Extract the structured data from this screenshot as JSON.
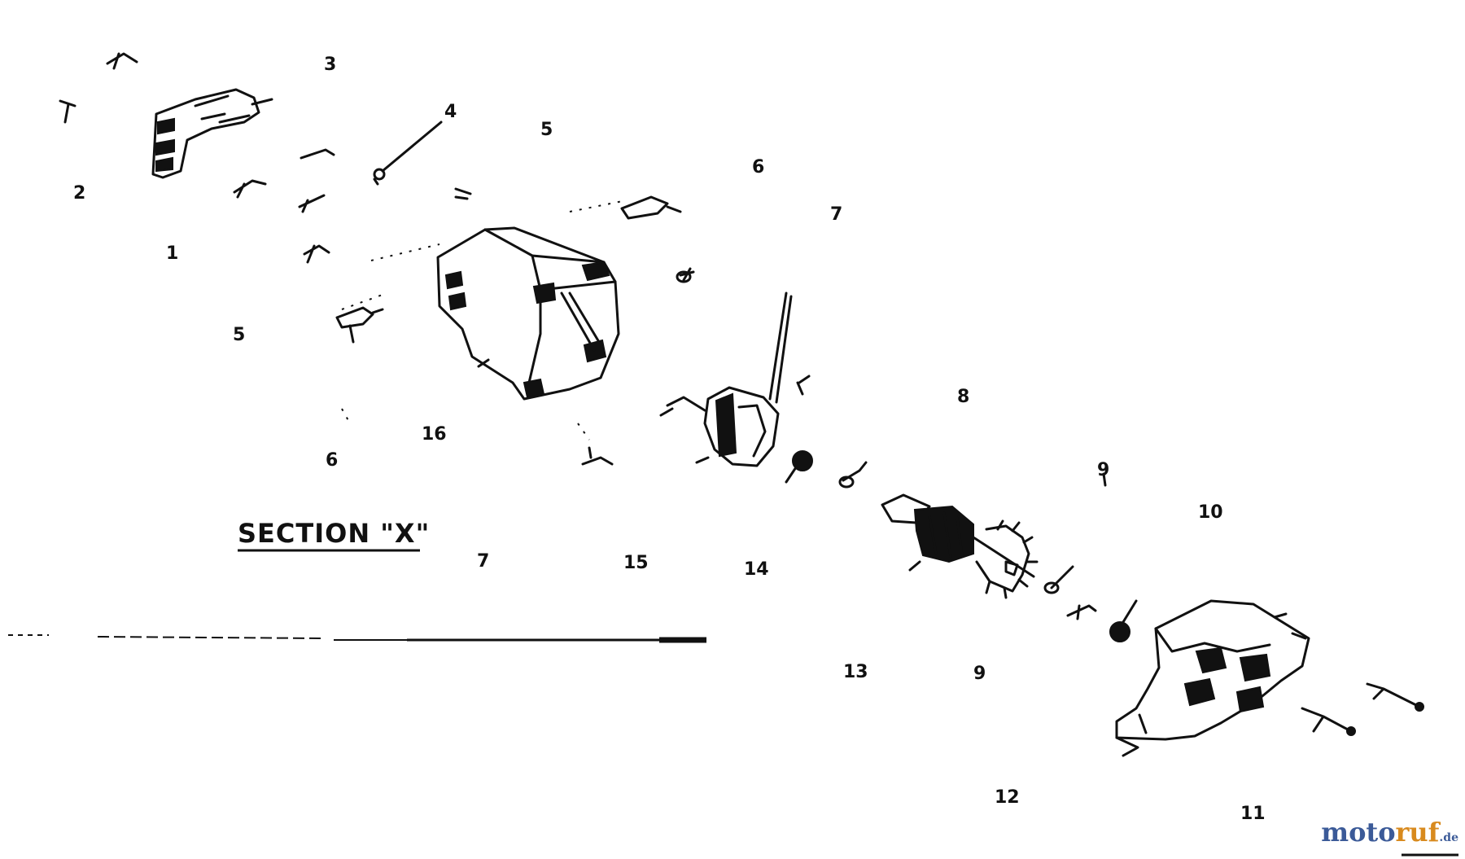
{
  "diagram": {
    "section_title": "SECTION \"X\"",
    "callouts": {
      "c3": "3",
      "c2": "2",
      "c1": "1",
      "c4": "4",
      "c5a": "5",
      "c6a": "6",
      "c7a": "7",
      "c5b": "5",
      "c16": "16",
      "c6b": "6",
      "c7b": "7",
      "c15": "15",
      "c14": "14",
      "c8": "8",
      "c9a": "9",
      "c10": "10",
      "c13": "13",
      "c9b": "9",
      "c12": "12",
      "c11": "11"
    }
  },
  "watermark": {
    "part_a": "moto",
    "part_b": "ruf",
    "part_c": ".de"
  }
}
